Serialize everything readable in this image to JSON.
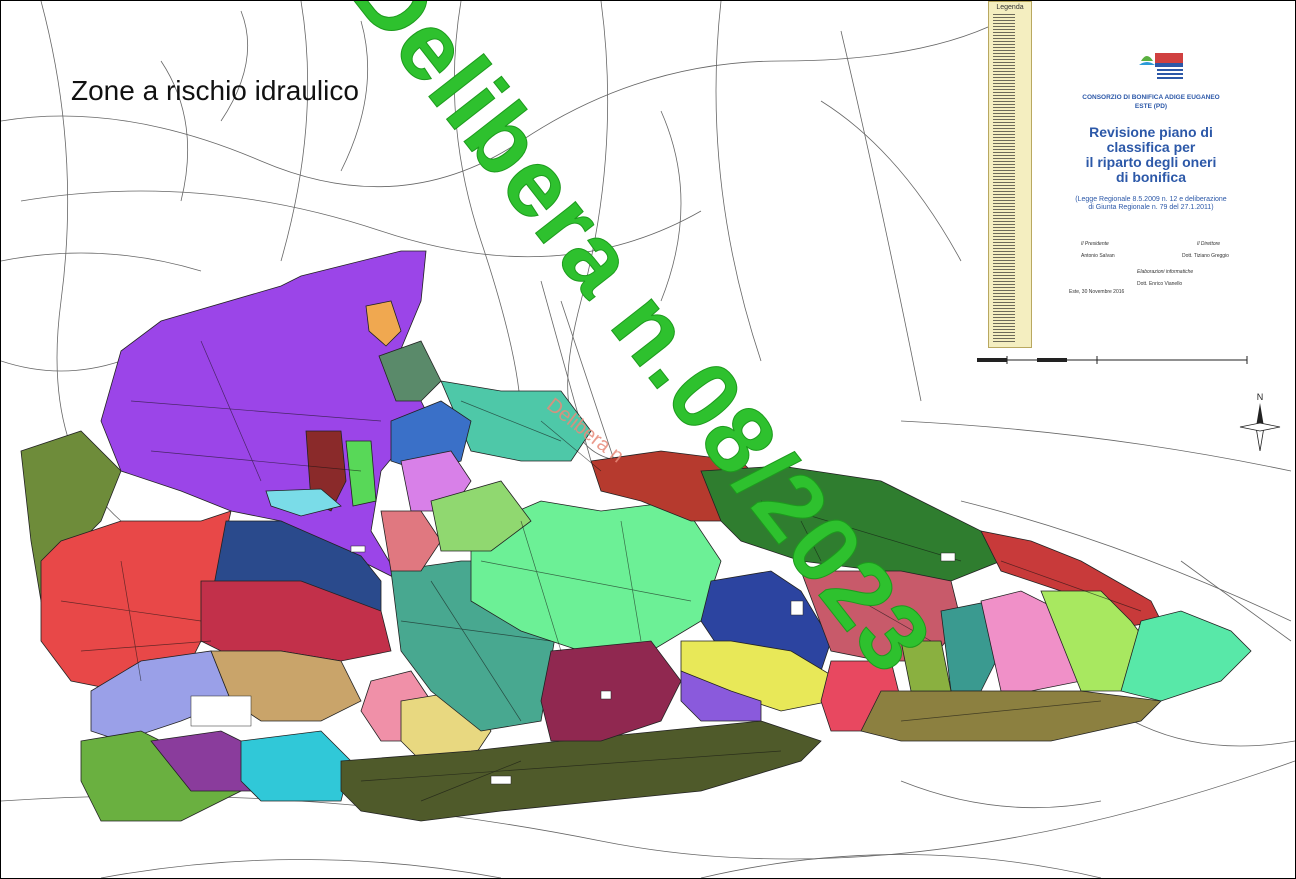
{
  "map": {
    "title": "Zone a rischio idraulico",
    "legend_header": "Legenda",
    "watermark": "Delibera n.08/2023",
    "watermark_small": "Delibera n",
    "compass_north": "N"
  },
  "cartouche": {
    "organization": "CONSORZIO DI BONIFICA ADIGE EUGANEO",
    "organization_place": "ESTE (PD)",
    "title_lines": [
      "Revisione piano di",
      "classifica per",
      "il riparto degli oneri",
      "di bonifica"
    ],
    "law_line_1": "(Legge Regionale 8.5.2009 n. 12 e deliberazione",
    "law_line_2": "di Giunta Regionale n. 79 del 27.1.2011)",
    "president_role": "Il Presidente",
    "president_name": "Antonio Salvan",
    "director_role": "Il Direttore",
    "director_name": "Dott. Tiziano Greggio",
    "processing_role": "Elaborazioni informatiche",
    "processing_name": "Dott. Enrico Vianello",
    "date": "Este, 30 Novembre 2016"
  },
  "zone_colors": [
    "#9b45e8",
    "#e84848",
    "#2a4a8c",
    "#c2304a",
    "#4b7f3c",
    "#6cf096",
    "#2f7d2f",
    "#b63a2e",
    "#9aa0e8",
    "#f090c8",
    "#48a890",
    "#7a6a2a",
    "#e8e858",
    "#30c8d8",
    "#902850"
  ]
}
